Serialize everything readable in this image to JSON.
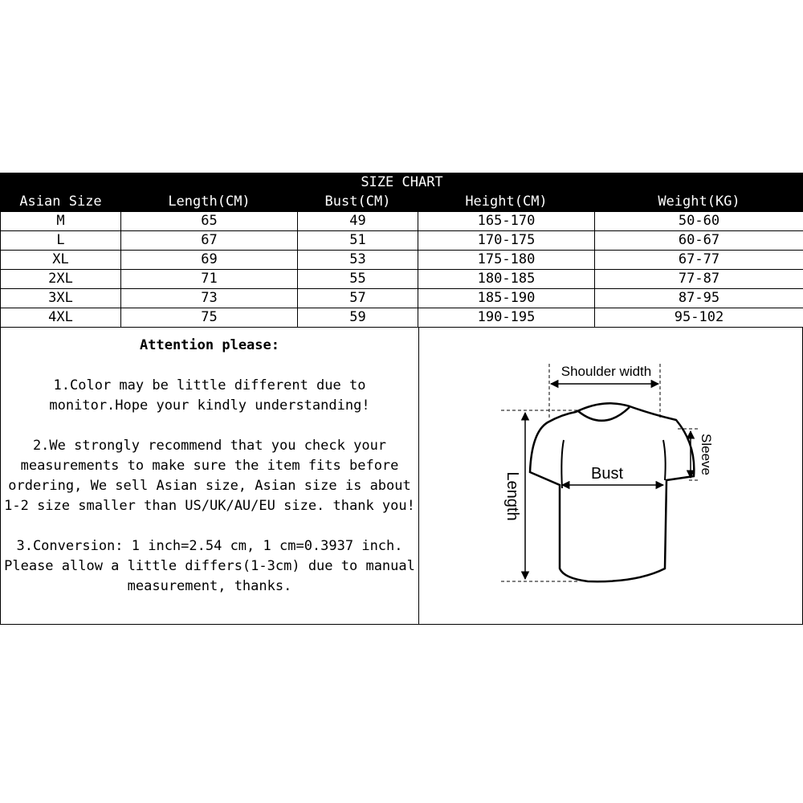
{
  "chart": {
    "title": "SIZE CHART",
    "headers": [
      "Asian Size",
      "Length(CM)",
      "Bust(CM)",
      "Height(CM)",
      "Weight(KG)"
    ],
    "rows": [
      [
        "M",
        "65",
        "49",
        "165-170",
        "50-60"
      ],
      [
        "L",
        "67",
        "51",
        "170-175",
        "60-67"
      ],
      [
        "XL",
        "69",
        "53",
        "175-180",
        "67-77"
      ],
      [
        "2XL",
        "71",
        "55",
        "180-185",
        "77-87"
      ],
      [
        "3XL",
        "73",
        "57",
        "185-190",
        "87-95"
      ],
      [
        "4XL",
        "75",
        "59",
        "190-195",
        "95-102"
      ]
    ]
  },
  "notes": {
    "heading": "Attention please:",
    "items": [
      "1.Color may be little different due to monitor.Hope your kindly understanding!",
      "2.We strongly recommend that you check your measurements to make sure the item fits before ordering, We sell Asian size, Asian size is about 1-2 size smaller than US/UK/AU/EU size. thank you!",
      "3.Conversion: 1 inch=2.54 cm, 1 cm=0.3937 inch. Please allow a little differs(1-3cm) due to manual measurement, thanks."
    ]
  },
  "diagram": {
    "shoulder_label": "Shoulder width",
    "bust_label": "Bust",
    "length_label": "Length",
    "sleeve_label": "Sleeve"
  }
}
